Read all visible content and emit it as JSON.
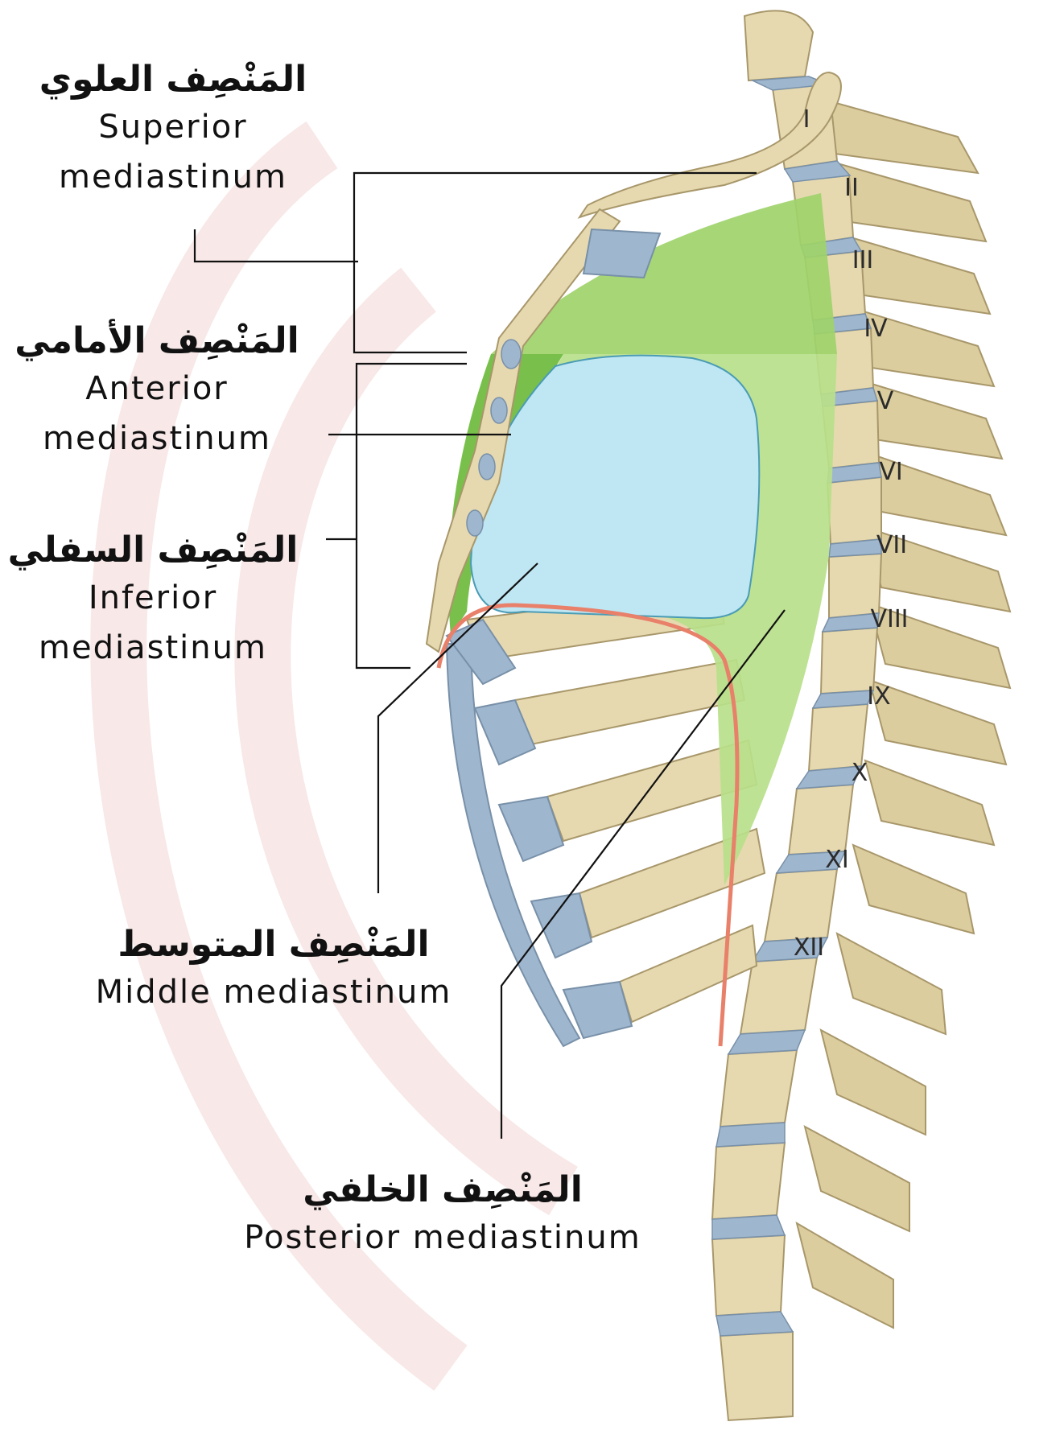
{
  "labels": {
    "superior": {
      "ar": "المَنْصِف العلوي",
      "en_line1": "Superior",
      "en_line2": "mediastinum"
    },
    "anterior": {
      "ar": "المَنْصِف الأمامي",
      "en_line1": "Anterior",
      "en_line2": "mediastinum"
    },
    "inferior": {
      "ar": "المَنْصِف السفلي",
      "en_line1": "Inferior",
      "en_line2": "mediastinum"
    },
    "middle": {
      "ar": "المَنْصِف المتوسط",
      "en": "Middle mediastinum"
    },
    "posterior": {
      "ar": "المَنْصِف الخلفي",
      "en": "Posterior mediastinum"
    }
  },
  "vertebrae": [
    "I",
    "II",
    "III",
    "IV",
    "V",
    "VI",
    "VII",
    "VIII",
    "IX",
    "X",
    "XI",
    "XII"
  ],
  "colors": {
    "bone": "#e6d9b0",
    "bone_shadow": "#c9b98c",
    "cartilage": "#9fb6cf",
    "superior_region": "#9ed36a",
    "anterior_region": "#6cbb3c",
    "middle_region": "#bfe6f3",
    "posterior_region": "#b8e08a",
    "diaphragm_line": "#e8806a",
    "watermark": "#f6e3e3"
  }
}
